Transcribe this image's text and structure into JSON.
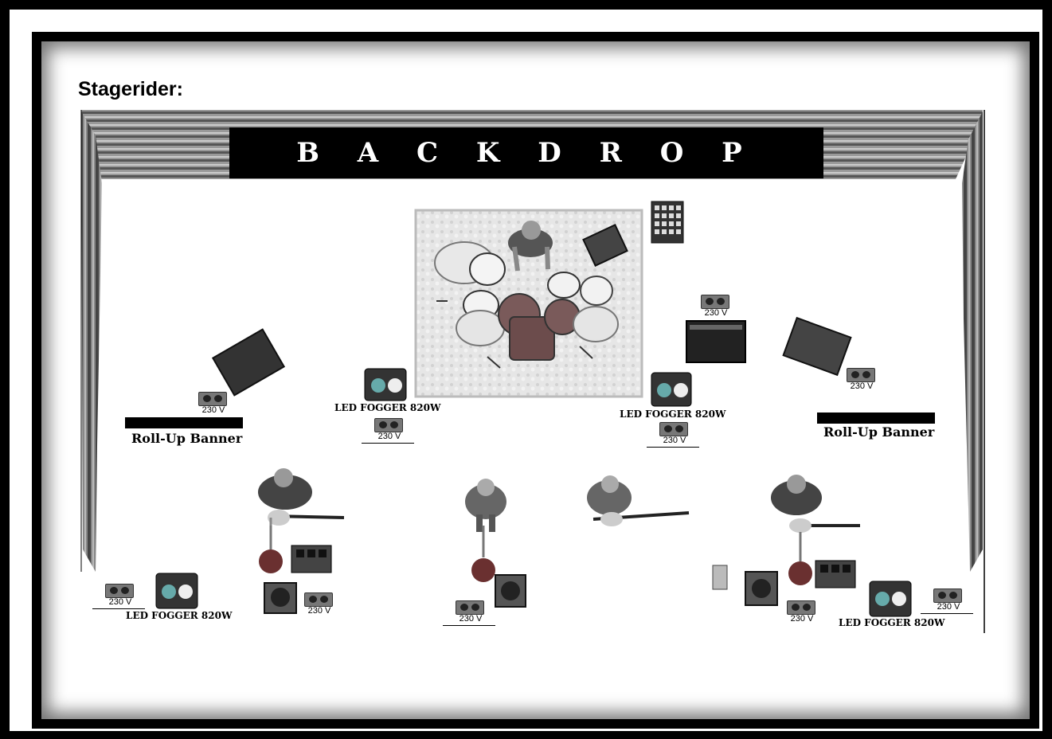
{
  "page_title": "Stagerider:",
  "backdrop_label": "B A C K D R O P",
  "fogger_label": "LED FOGGER 820W",
  "banner_label": "Roll-Up Banner",
  "outlet_label": "230 V"
}
